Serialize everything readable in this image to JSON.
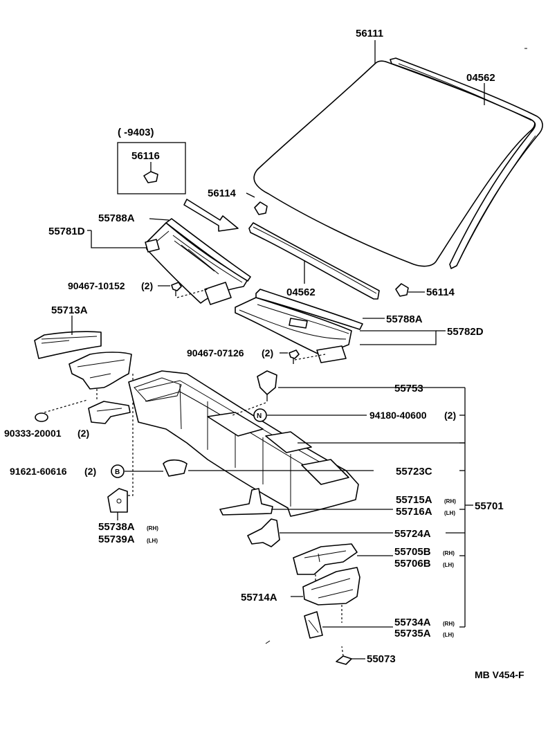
{
  "box": {
    "range": "(      -9403)",
    "part": "56116"
  },
  "labels": {
    "windshield": "56111",
    "molding_upper": "04562",
    "molding_lower": "04562",
    "spacer_left": "56114",
    "spacer_right": "56114",
    "louver_left_panel": "55781D",
    "louver_left_seal": "55788A",
    "clip_left": "90467-10152",
    "clip_left_qty": "(2)",
    "louver_right_seal": "55788A",
    "louver_right_panel": "55782D",
    "clip_right": "90467-07126",
    "clip_right_qty": "(2)",
    "side_panel": "55713A",
    "plug": "90333-20001",
    "plug_qty": "(2)",
    "nut_b": "91621-60616",
    "nut_b_qty": "(2)",
    "badge_b": "B",
    "bracket_rh": "55738A",
    "bracket_rh_suffix": "(RH)",
    "bracket_lh": "55739A",
    "bracket_lh_suffix": "(LH)",
    "clip_top": "55753",
    "nut_n": "94180-40600",
    "nut_n_qty": "(2)",
    "badge_n": "N",
    "brace": "55723C",
    "cowl_assy": "55701",
    "ext_rh": "55715A",
    "ext_rh_suffix": "(RH)",
    "ext_lh": "55716A",
    "ext_lh_suffix": "(LH)",
    "brace_lower": "55724A",
    "side_rh": "55705B",
    "side_rh_suffix": "(RH)",
    "side_lh": "55706B",
    "side_lh_suffix": "(LH)",
    "inner_panel": "55714A",
    "gusset_rh": "55734A",
    "gusset_rh_suffix": "(RH)",
    "gusset_lh": "55735A",
    "gusset_lh_suffix": "(LH)",
    "hook": "55073",
    "diagram_code": "MB V454-F"
  }
}
